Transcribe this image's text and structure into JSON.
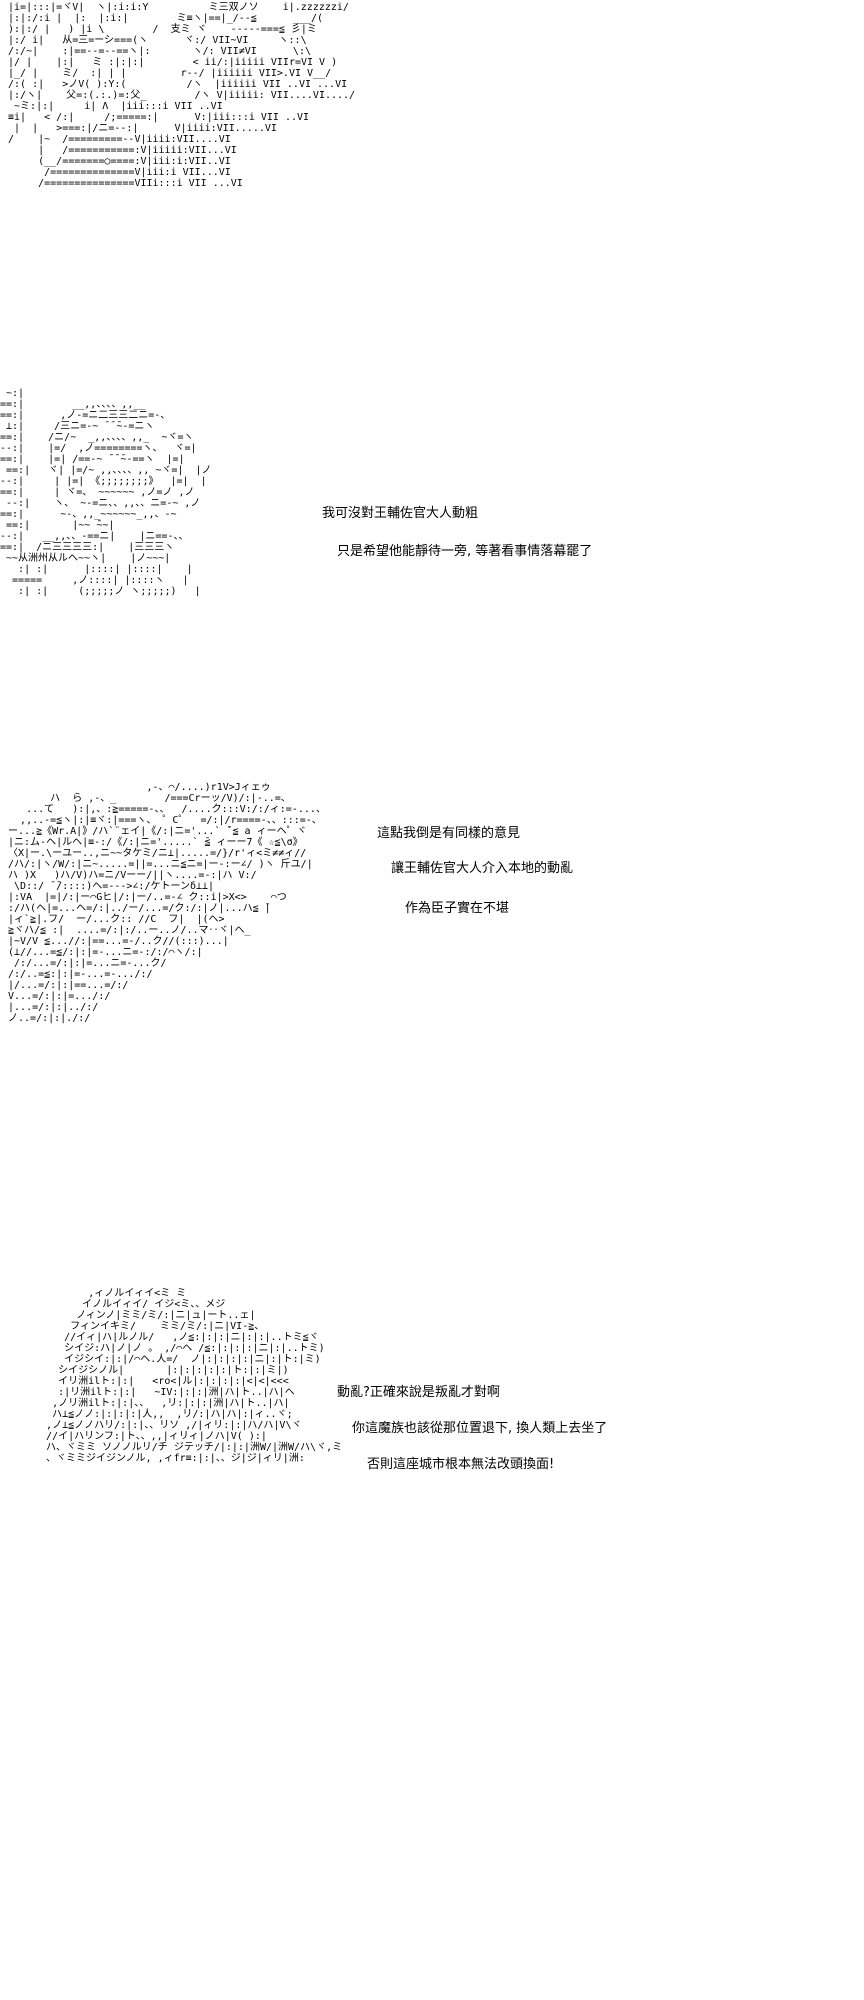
{
  "colors": {
    "background": "#ffffff",
    "text": "#000000"
  },
  "panels": [
    {
      "name": "panel-1",
      "art": " |i=|:::|=ヾV|  ヽ|:i:i:Y          ミ三双ノソ    i|.zzzzzzi/\n |:|:/:i |  |:  |:i:|        ミ≡ヽ|==|_/--≦      ___/(\n ):|:/ |   ) |i \\        /  支ミ ヾ    -----===≦ 彡|ミ\n |:/ i|   从=三=ーシ===(ヽ      ヾ:/ VII~VI     ヽ::\\\n /:/~|    :|==--=--==ヽ|:       ヽ/: VII≠VI      \\:\\\n |/ |    |:|   ミ :|:|:|        < ii/:|iiiii VIIr=VI V )\n |_/ |    ミ/  :| | |         r--/ |iiiiii VII>.VI V__/\n /:( :|   >ノV( ):Y:(          /ヽ  |iiiiii VII ..VI ...VI\n |:/ヽ|    父=:(.:.)=:父_        /ヽ V|iiiii: VII....VI..../\n  ~ミ:|:|     i| Λ  |iii:::i VII ..VI\n ≡i|   < /:|     /;=====:|      V:|iii:::i VII ..VI\n  |  |   >===:|/ニ=--:|      V|iiii:VII.....VI\n /    |~  /=========--V|iiii:VII....VI\n      |   /===========:V|iiiii:VII...VI\n      (__/=======○====:V|iii:i:VII..VI\n       /==============V|iii:i VII...VI\n      /===============VIIi:::i VII ...VI",
      "dialogue": []
    },
    {
      "name": "panel-2",
      "art": " ~:|\n==:|        __,,、、、、,,__\n==:|      ,ノ-=ニ二三三二ニ=-、\n ⊥:|     /三ニ=-~ ̄ ̄ ̄~-=ニヽ\n==:|    /ニ/~  _,,、、、、,,_  ~ヾ=ヽ\n--:|    |=/  ,ノ========ヽ、  ヾ=|\n==:|    |=| /==-~ ̄ ̄ ̄~-==ヽ  |=|\n ==:|   ヾ| |=/~ ,,、、、、,, ~ヾ=|  |ノ\n--:|     | |=| 《;;;;;;;;》  |=|  |\n==:|     | ヾ=、 ~~~~~~ ,ノ=ノ ,ノ\n --:|    ヽ、 ~-=ニ、、,,、、ニ=-~ ,ノ\n==:|      ~-、,,_~~~~~~_,,、-~\n ==:|       |~~ ̄~~|\n--:|   __,,、、-==ニ|    |ニ==-、、\n==:|  /ニ三三三三:|    |三三三ヽ\n ~~从洲州从ルヘ~~ヽ|    |ノ~~~|\n   :| :|      |::::| |::::|    |\n  =====     ,ノ::::| |::::ヽ   |\n   :| :|     (;;;;;ノ ヽ;;;;;)   |",
      "dialogue": [
        "我可沒對王輔佐官大人動粗",
        "只是希望他能靜待一旁, 等著看事情落幕罷了"
      ]
    },
    {
      "name": "panel-3",
      "art": "                        ,-、⌒/....)r1V>Jィェゥ\n        ハ  ら ,-、_        /===Crーッ/V)/:|-..=、\n    ...て   ):|,、:≧=====-、、  /....ク:::V:/:/ィ:=-...、\n   ,,..-=≦ヽ|:|≡ヾ:|===ヽ、 ゜C゜  =/:|/r====-、、:::=-、\n ー...≧《Wr.A|》/ハ`¨ェイ|《/:|ニ='...` ̄`≦ a ィーヘ゜ヾ\n |ニ:ム-ヘ|ルヘ|≡-:/《/:|ニ='.....` ̄≦ ィーー7《 ☆≦\\σ》\n 〈X|ー.\\ーユー..,ニ~~タケミ/ニ⊥|.....=/}/r'ィ<ミ≠≠ィ//\n /ハ/:|ヽ/W/:|ニ~.....=||=...ニ≦ニ=|ー-:ー∠/ )ヽ 斤ユ/|\n ハ )X   )ハ/V)ハ=ニ/Vーー/||ヽ....=-:|ハ V:/\n  \\D::/ ̄ ̄/::::)ヘ=--->∠:/ケトーンδ⊥⊥|\n |:VA  |=|/:|ー⌒Gヒ|/:|ー/..=-∠ ク::i|>X<>    ⌒つ\n :/ハ(ヘ|=...ヘ=/:|../ー/...=/ク:/:|ノ|...ハ≦ ̄|\n |ィ`≧|.フ/  ー/...ク:: //C  フ|  |(ヘ>\n ≧ヾハ/≦ :|  ....=/:|:/..ー..ノ/..マ‥ヾ|ヘ_\n |~V/V ≦...//:|==...=-/..ク//(:::)...|\n (⊥//...=≦/:|:|=-...ニ=-:/:/⌒ヽ/:|\n  /:/...=/:|:|=...ニ=-...ク/\n /:/..=≦:|:|=-...=-.../:/\n |/...=/:|:|==...=/:/\n V...=/:|:|=.../:/\n |...=/:|:|../:/\n ノ..=/:|:|./:/",
      "dialogue": [
        "這點我倒是有同樣的意見",
        "讓王輔佐官大人介入本地的動亂",
        "作為臣子實在不堪"
      ]
    },
    {
      "name": "panel-4",
      "art": "          ,ィノルイィイ<ミ ミ\n         イノルイィイ/ イジ<ミ、、メジ\n        ノィンノ|ミミ/ミ/:|ニ|ュ|ート..ェ|\n       フィンイキミ/    ミミ/ミ/:|ニ|VI-≧、\n      //イィ|ハ|ルノル/   ,ノ≦:|:|:|ニ|:|:|..トミ≦ヾ\n      シイジ:ハ|ノ|ノ 。 ,/⌒ヘ /≦:|:|:|:|ニ|:|..トミ)\n      イジシイ:|:|/⌒ヘ.人=/  ノ|:|:|:|:|ニ|:|ト:|ミ)\n     シイジシノル|       |:|:|:|:|:|ト:|:|ミ|)\n     イリ洲ilト:|:|   <ro<|ル|:|:|:|:|<|<|<<<\n     :|リ洲ilト:|:|   ~IV:|:|:|洲|ハ|ト..|ハ|ヘ\n    ,ノリ洲ilト:|:|、、  ,リ:|:|:|洲|ハ|ト..|ハ|\n    ハ⊥≦ノノ:|:|:|:|人,,  ,リ/:|ハ|ハ|:|ィ..ヾ;\n   ,ノ⊥≦ノノハリ/:|:|、、リソ ,/|ィリ:|:|ハ/ハ|V\\ヾ\n   //イ|ハリンフ:|ト、、,,|ィリィ|ノハ|V( ):|\n   ハ、ヾミミ ソノノルリ/チ ジテッチ/|:|:|洲W/|洲W/ハ\\ヾ,ミ\n   、ヾミミジイジンノル, ,ィfr≡:|:|、、ジ|ジ|ィリ|洲:",
      "dialogue": [
        "動亂?正確來說是叛亂才對啊",
        "你這魔族也該從那位置退下, 換人類上去坐了",
        "否則這座城市根本無法改頭換面!"
      ]
    }
  ]
}
